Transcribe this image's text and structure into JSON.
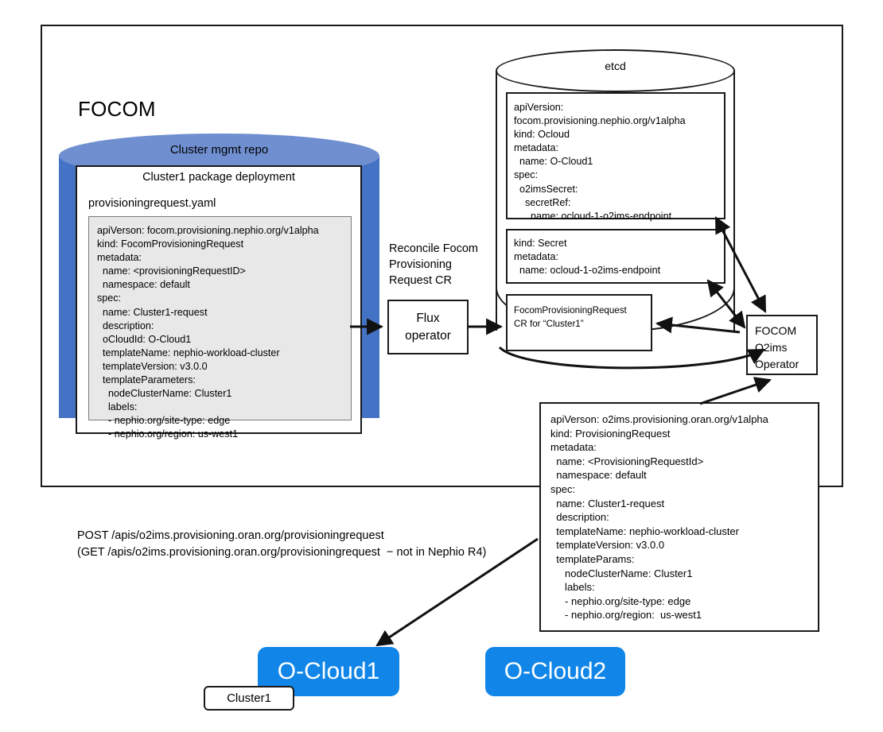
{
  "diagram": {
    "outer_frame_label": "FOCOM",
    "repo": {
      "cylinder_label": "Cluster mgmt repo",
      "package_title": "Cluster1 package deployment",
      "file_name": "provisioningrequest.yaml",
      "yaml": "apiVerson: focom.provisioning.nephio.org/v1alpha\nkind: FocomProvisioningRequest\nmetadata:\n  name: <provisioningRequestID>\n  namespace: default\nspec:\n  name: Cluster1-request\n  description:\n  oCloudId: O-Cloud1\n  templateName: nephio-workload-cluster\n  templateVersion: v3.0.0\n  templateParameters:\n    nodeClusterName: Cluster1\n    labels:\n    - nephio.org/site-type: edge\n    - nephio.org/region: us-west1"
    },
    "flux": {
      "caption": "Reconcile Focom\nProvisioning\nRequest CR",
      "line1": "Flux",
      "line2": "operator"
    },
    "etcd": {
      "cylinder_label": "etcd",
      "ocloud_cr": "apiVersion:\nfocom.provisioning.nephio.org/v1alpha\nkind: Ocloud\nmetadata:\n  name: O-Cloud1\nspec:\n  o2imsSecret:\n    secretRef:\n      name: ocloud-1-o2ims-endpoint",
      "secret_cr": "kind: Secret\nmetadata:\n  name: ocloud-1-o2ims-endpoint",
      "focom_pr_cr": "FocomProvisioningRequest\nCR for “Cluster1”"
    },
    "o2ims_operator": {
      "line1": "FOCOM",
      "line2": "O2ims",
      "line3": "Operator"
    },
    "provisioning_request": {
      "yaml": "apiVerson: o2ims.provisioning.oran.org/v1alpha\nkind: ProvisioningRequest\nmetadata:\n  name: <ProvisioningRequestId>\n  namespace: default\nspec:\n  name: Cluster1-request\n  description:\n  templateName: nephio-workload-cluster\n  templateVersion: v3.0.0\n  templateParams:\n     nodeClusterName: Cluster1\n     labels:\n     - nephio.org/site-type: edge\n     - nephio.org/region:  us-west1"
    },
    "api_note": "POST /apis/o2ims.provisioning.oran.org/provisioningrequest\n(GET /apis/o2ims.provisioning.oran.org/provisioningrequest  − not in Nephio R4)",
    "oclouds": [
      {
        "label": "O-Cloud1"
      },
      {
        "label": "O-Cloud2"
      }
    ],
    "cluster_tag": "Cluster1",
    "colors": {
      "repo_cylinder_side": "#4472C4",
      "repo_cylinder_top": "#6F8FD0",
      "ocloud_box": "#1186E8",
      "yaml_panel": "#e8e8e8",
      "stroke": "#1a1a1a"
    }
  }
}
